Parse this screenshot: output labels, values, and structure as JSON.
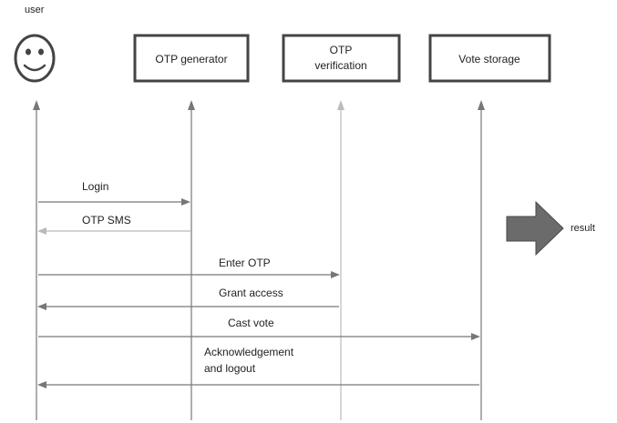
{
  "participants": {
    "user": "user",
    "otp_generator": "OTP generator",
    "otp_verification_line1": "OTP",
    "otp_verification_line2": "verification",
    "vote_storage": "Vote storage"
  },
  "messages": {
    "login": "Login",
    "otp_sms": "OTP SMS",
    "enter_otp": "Enter OTP",
    "grant_access": "Grant access",
    "cast_vote": "Cast vote",
    "ack_line1": "Acknowledgement",
    "ack_line2": "and logout"
  },
  "result_label": "result",
  "colors": {
    "line": "#777777",
    "light_line": "#bbbbbb",
    "box_border": "#444444",
    "result_arrow": "#6b6b6b"
  }
}
